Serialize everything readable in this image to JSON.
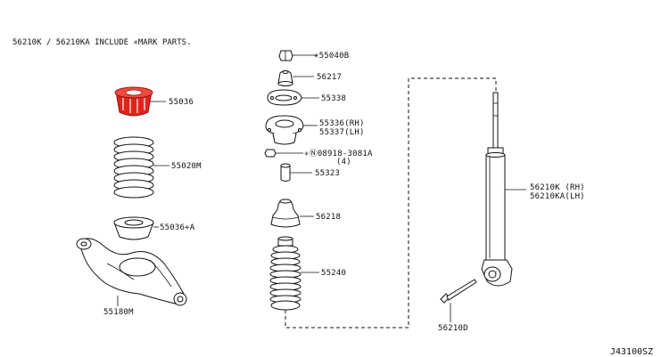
{
  "header": {
    "note": "56210K / 56210KA INCLUDE ✳MARK PARTS."
  },
  "highlight_color": "#e0241b",
  "line_color": "#111111",
  "parts": {
    "nut_top": "✳55040B",
    "bump_cap": "56217",
    "washer": "55338",
    "mount_line1": "55336(RH)",
    "mount_line2": "55337(LH)",
    "nut_line1": "✳Ⓝ08918-3081A",
    "nut_line2": "(4)",
    "bushing": "55323",
    "bound_bumper": "56218",
    "dust_cover": "55240",
    "spring_seat_upper": "55036",
    "coil_spring": "55020M",
    "spring_seat_lower": "55036+A",
    "lower_arm": "55180M",
    "absorber_line1": "56210K (RH)",
    "absorber_line2": "56210KA(LH)",
    "bolt": "56210D"
  },
  "diagram_code": "J43100SZ"
}
